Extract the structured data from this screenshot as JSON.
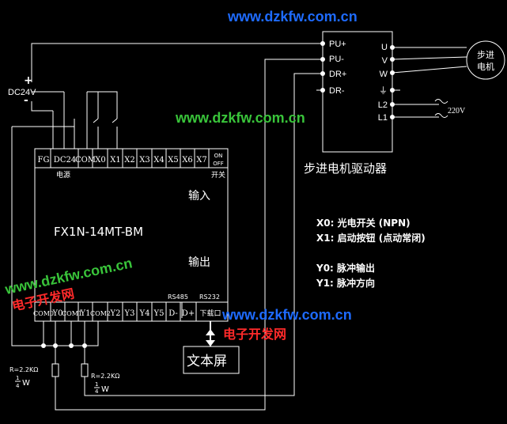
{
  "watermarks": {
    "url": "www.dzkfw.com.cn",
    "site": "电子开发网",
    "url_color": "#1e6bff",
    "url_color_green": "#39c43a",
    "site_color": "#ff2a2a"
  },
  "power": {
    "label": "DC24V",
    "plus": "+",
    "minus": "-"
  },
  "plc": {
    "model": "FX1N-14MT-BM",
    "top_terminals": [
      "FG",
      "DC24",
      "COM",
      "X0",
      "X1",
      "X2",
      "X3",
      "X4",
      "X5",
      "X6",
      "X7"
    ],
    "switch_on": "ON",
    "switch_off": "OFF",
    "switch_label": "开关",
    "power_label": "电源",
    "input_label": "输入",
    "output_label": "输出",
    "bottom_terminals": [
      "COM0",
      "Y0",
      "COM1",
      "Y1",
      "COM2",
      "Y2",
      "Y3",
      "Y4",
      "Y5",
      "D-",
      "D+"
    ],
    "rs485": "RS485",
    "rs232": "RS232",
    "download_port": "下载口"
  },
  "resistors": [
    {
      "value": "R=2.2KΩ",
      "power": "1/4W",
      "frac_num": "1",
      "frac_den": "4",
      "unit": "W"
    },
    {
      "value": "R=2.2KΩ",
      "power": "1/4W",
      "frac_num": "1",
      "frac_den": "4",
      "unit": "W"
    }
  ],
  "text_panel": "文本屏",
  "driver": {
    "title": "步进电机驱动器",
    "inputs": [
      "PU+",
      "PU-",
      "DR+",
      "DR-"
    ],
    "outputs": [
      "U",
      "V",
      "W",
      "⏚",
      "L2",
      "L1"
    ],
    "ac_label": "220V"
  },
  "motor": {
    "label_line1": "步进",
    "label_line2": "电机"
  },
  "notes": [
    "X0: 光电开关 (NPN)",
    "X1: 启动按钮 (点动常闭)",
    "Y0: 脉冲输出",
    "Y1: 脉冲方向"
  ]
}
